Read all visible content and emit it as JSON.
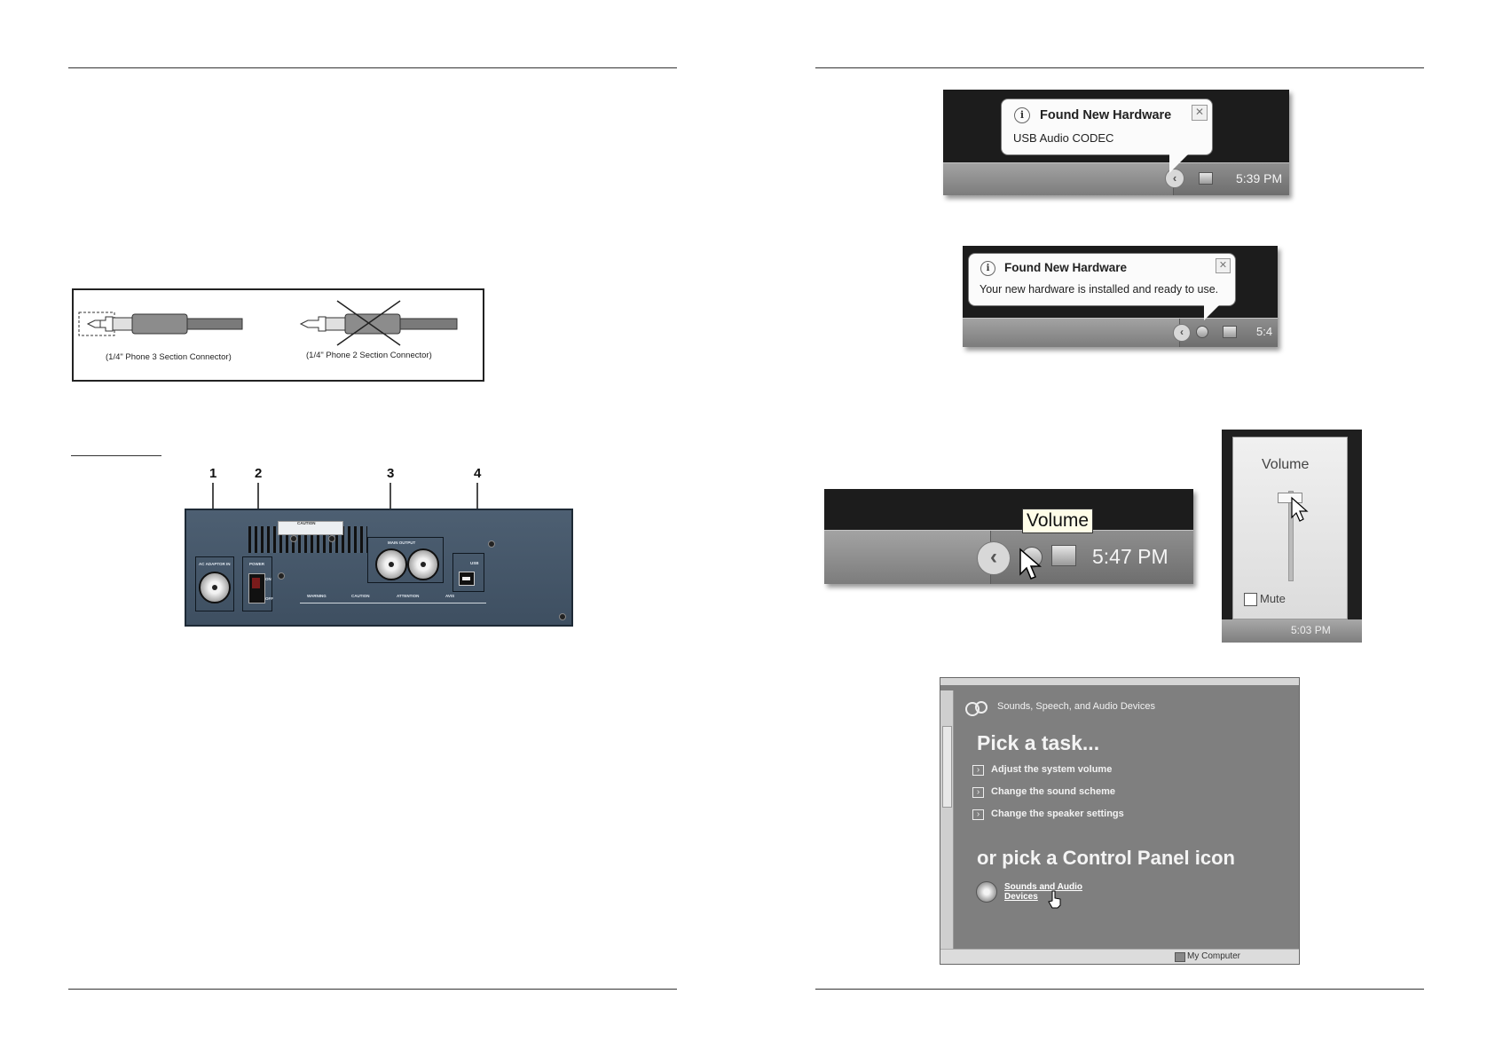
{
  "connectors": {
    "left_label": "(1/4\" Phone 3 Section Connector)",
    "right_label": "(1/4\" Phone 2 Section Connector)"
  },
  "rear_panel": {
    "numbers": [
      "1",
      "2",
      "3",
      "4"
    ],
    "ac_label": "AC ADAPTOR IN",
    "power_label": "POWER",
    "on_label": "ON",
    "off_label": "OFF",
    "caution_label": "CAUTION",
    "main_output_label": "MAIN OUTPUT",
    "usb_label": "USB",
    "warning_labels": [
      "WARNING",
      "CAUTION",
      "ATTENTION",
      "AVIS"
    ]
  },
  "balloon1": {
    "title": "Found New Hardware",
    "text": "USB Audio CODEC",
    "time": "5:39 PM"
  },
  "balloon2": {
    "title": "Found New Hardware",
    "text": "Your new hardware is installed and ready to use.",
    "time": "5:4"
  },
  "volume_tray": {
    "tooltip": "Volume",
    "time": "5:47 PM"
  },
  "volume_popup": {
    "title": "Volume",
    "mute_label": "Mute",
    "time": "5:03 PM"
  },
  "control_panel": {
    "category_title": "Sounds, Speech, and Audio Devices",
    "pick_task_heading": "Pick a task...",
    "tasks": [
      "Adjust the system volume",
      "Change the sound scheme",
      "Change the speaker settings"
    ],
    "pick_icon_heading": "or pick a Control Panel icon",
    "icon_label_line1": "Sounds and Audio",
    "icon_label_line2": "Devices",
    "status_text": "My Computer"
  }
}
